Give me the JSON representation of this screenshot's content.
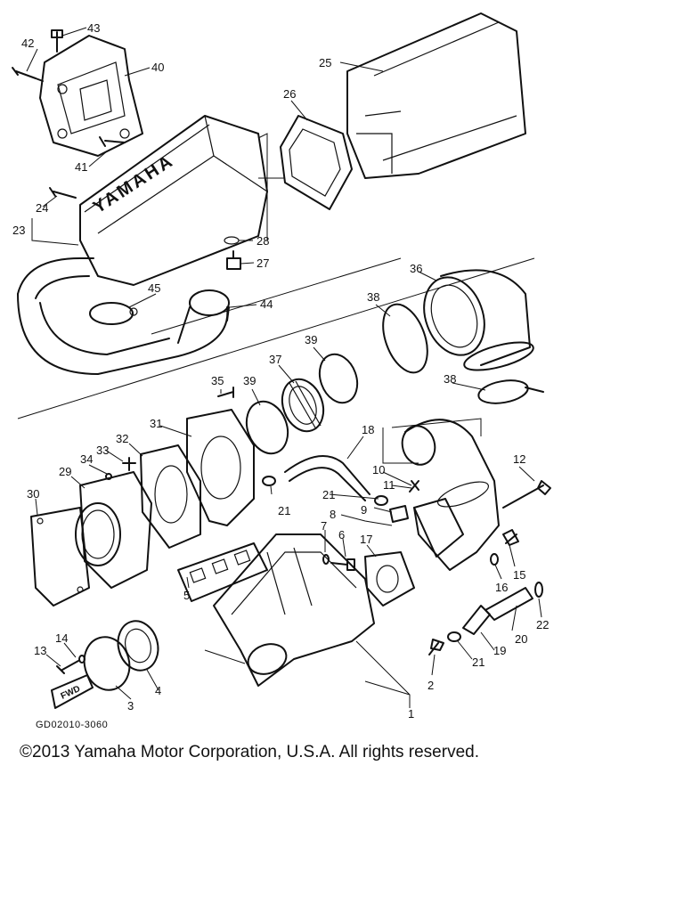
{
  "brand_text": "YAMAHA",
  "fwd_text": "FWD",
  "diagram_code": "GD02010-3060",
  "copyright": "©2013 Yamaha Motor Corporation, U.S.A. All rights reserved.",
  "callouts": [
    "42",
    "43",
    "40",
    "25",
    "26",
    "41",
    "24",
    "23",
    "28",
    "27",
    "45",
    "44",
    "36",
    "38",
    "39",
    "37",
    "35",
    "39",
    "31",
    "18",
    "38",
    "33",
    "32",
    "34",
    "29",
    "10",
    "11",
    "12",
    "21",
    "21",
    "9",
    "8",
    "7",
    "6",
    "17",
    "30",
    "15",
    "16",
    "22",
    "5",
    "14",
    "13",
    "20",
    "19",
    "21",
    "2",
    "3",
    "4",
    "1"
  ]
}
